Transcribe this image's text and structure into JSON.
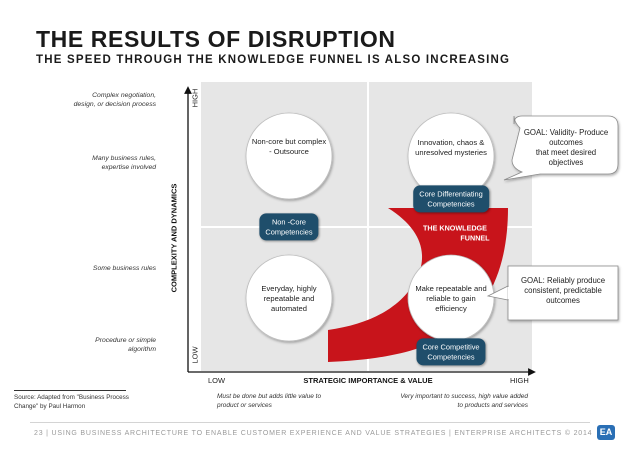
{
  "title": "THE RESULTS OF DISRUPTION",
  "subtitle": "THE SPEED THROUGH THE KNOWLEDGE FUNNEL IS ALSO INCREASING",
  "y_axis": {
    "title": "COMPLEXITY AND DYNAMICS",
    "high": "HIGH",
    "low": "LOW",
    "levels": [
      [
        "Complex negotiation,",
        "design, or decision process"
      ],
      [
        "Many business rules,",
        "expertise involved"
      ],
      [
        "Some business rules"
      ],
      [
        "Procedure or simple",
        "algorithm"
      ]
    ]
  },
  "x_axis": {
    "title": "STRATEGIC IMPORTANCE & VALUE",
    "low": "LOW",
    "high": "HIGH",
    "low_note": [
      "Must be done but adds little value to",
      "product or services"
    ],
    "high_note": [
      "Very important to success, high value added",
      "to products and services"
    ]
  },
  "quadrants": [
    [
      "Non-core but complex",
      "- Outsource"
    ],
    [
      "Innovation, chaos &",
      "unresolved mysteries"
    ],
    [
      "Everyday, highly",
      "repeatable and",
      "automated"
    ],
    [
      "Make repeatable and",
      "reliable to gain",
      "efficiency"
    ]
  ],
  "pills": [
    [
      "Non -Core",
      "Competencies"
    ],
    [
      "Core Differentiating",
      "Competencies"
    ],
    [
      "Core Competitive",
      "Competencies"
    ]
  ],
  "funnel_label": [
    "THE KNOWLEDGE",
    "FUNNEL"
  ],
  "goals": [
    [
      "GOAL: Validity- Produce",
      "outcomes",
      "that meet desired",
      "objectives"
    ],
    [
      "GOAL: Reliably produce",
      "consistent, predictable",
      "outcomes"
    ]
  ],
  "source": [
    "Source: Adapted from \"Business Process",
    "Change\" by Paul Harmon"
  ],
  "footer": "23   |   USING BUSINESS ARCHITECTURE TO ENABLE CUSTOMER EXPERIENCE AND VALUE STRATEGIES   |   ENTERPRISE ARCHITECTS © 2014",
  "logo": "EA",
  "colors": {
    "funnel_red": "#c8141b",
    "pill_navy": "#1f4e6b",
    "quadrant_gray": "#e6e6e6",
    "logo_blue": "#2a6fb5"
  }
}
